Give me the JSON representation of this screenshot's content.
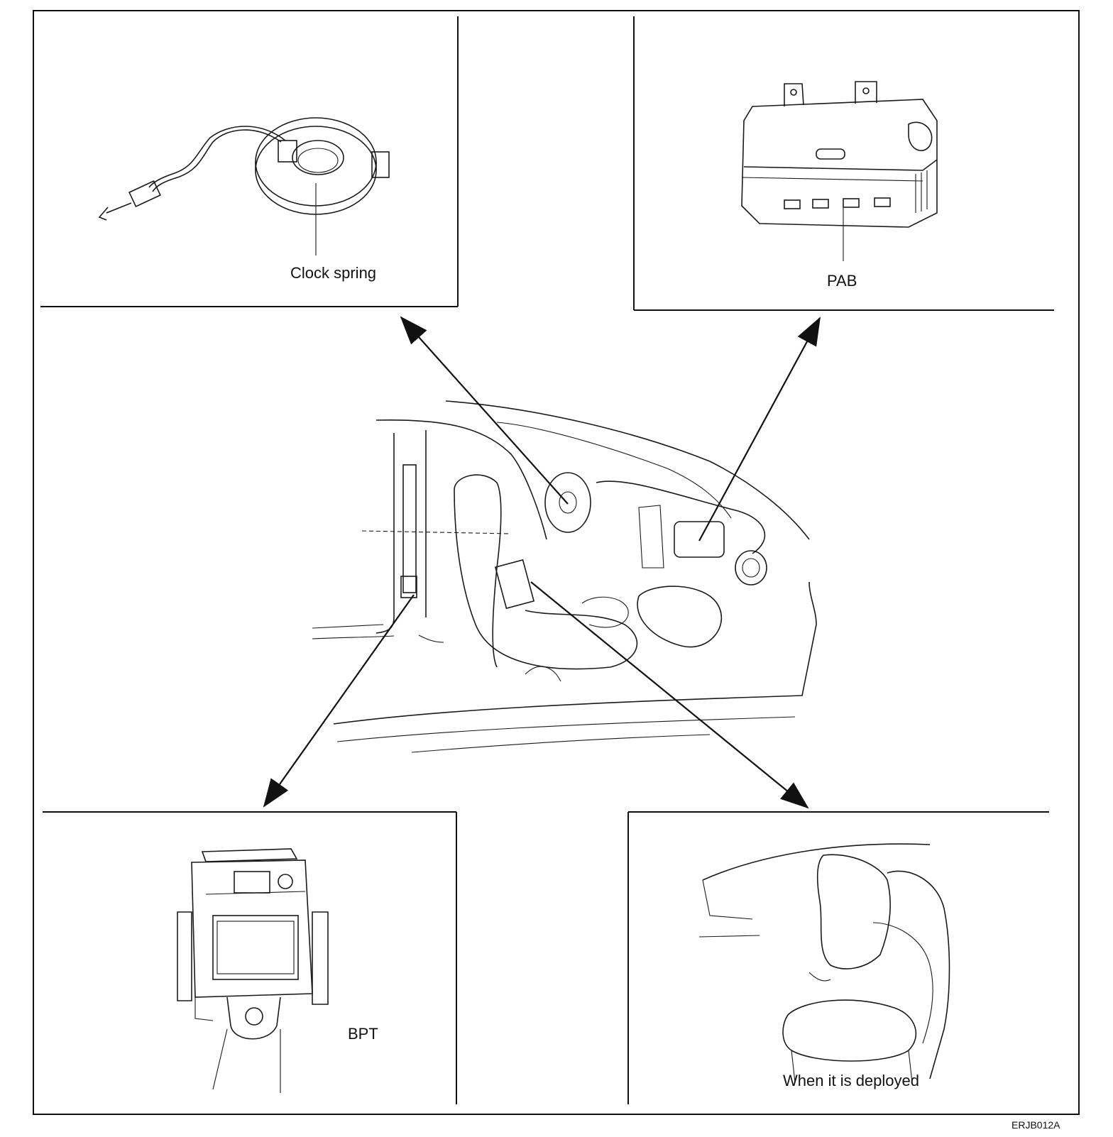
{
  "labels": {
    "clock_spring": "Clock spring",
    "pab": "PAB",
    "bpt": "BPT",
    "deployed": "When it is deployed",
    "figure_code": "ERJB012A"
  }
}
